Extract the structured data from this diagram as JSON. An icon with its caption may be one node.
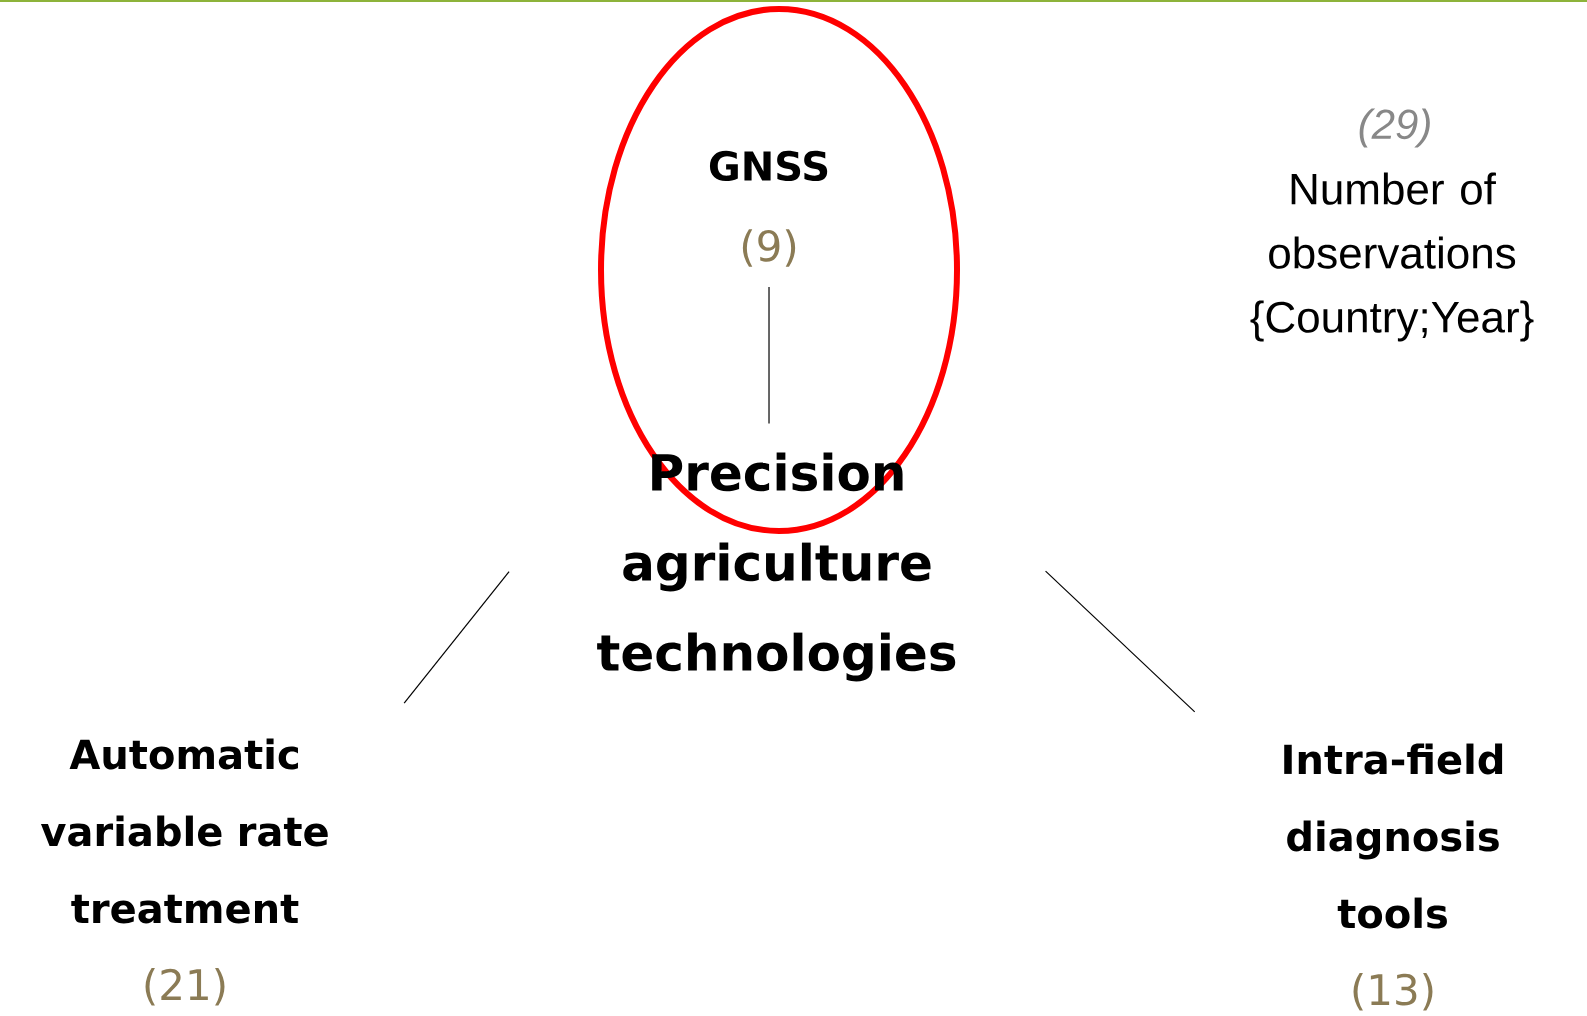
{
  "diagram": {
    "nodes": [
      {
        "text": [
          "GNSS",
          "(9)"
        ]
      },
      {
        "text": [
          "Precision agriculture technologies"
        ]
      },
      {
        "text": [
          "Automatic variable rate treatment",
          "(21)"
        ]
      },
      {
        "text": [
          "Intra-field diagnosis tools",
          "(13)"
        ]
      }
    ],
    "edges": [
      {
        "from": 0,
        "to": 1,
        "arrow": "none"
      },
      {
        "from": 1,
        "to": 2,
        "arrow": "none"
      },
      {
        "from": 1,
        "to": 3,
        "arrow": "none"
      }
    ],
    "labels": [
      "(29)",
      "Number of observations {Country;Year}"
    ]
  }
}
